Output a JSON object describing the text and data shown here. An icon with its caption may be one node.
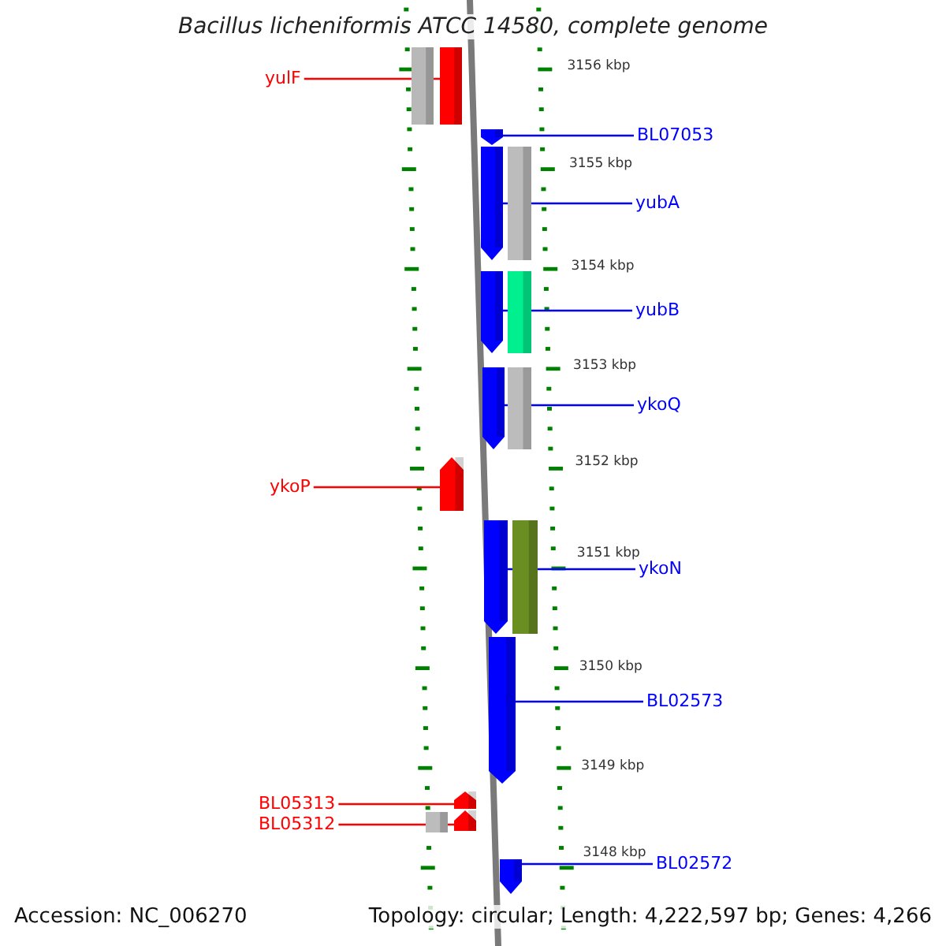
{
  "diagram": {
    "title": "Bacillus licheniformis ATCC 14580, complete genome",
    "nodes": [
      {
        "text": [
          "yulF"
        ]
      },
      {
        "text": [],
        "shape": "bar"
      },
      {
        "text": [],
        "shape": "bar"
      },
      {
        "text": [],
        "shape": "bar"
      },
      {
        "text": [
          "BL07053"
        ]
      },
      {
        "text": [],
        "shape": "bar"
      },
      {
        "text": [],
        "shape": "bar"
      },
      {
        "text": [
          "yubA"
        ]
      },
      {
        "text": [],
        "shape": "bar"
      },
      {
        "text": [],
        "shape": "bar"
      },
      {
        "text": [
          "yubB"
        ]
      },
      {
        "text": [],
        "shape": "bar"
      },
      {
        "text": [],
        "shape": "bar"
      },
      {
        "text": [
          "ykoQ"
        ]
      },
      {
        "text": [
          "ykoP"
        ]
      },
      {
        "text": [],
        "shape": "bar"
      },
      {
        "text": [],
        "shape": "bar"
      },
      {
        "text": [],
        "shape": "bar"
      },
      {
        "text": [
          "ykoN"
        ]
      },
      {
        "text": [],
        "shape": "bar"
      },
      {
        "text": [
          "BL02573"
        ]
      },
      {
        "text": [
          "BL05313"
        ]
      },
      {
        "text": [],
        "shape": "bar"
      },
      {
        "text": [
          "BL05312"
        ]
      },
      {
        "text": [],
        "shape": "bar"
      },
      {
        "text": [],
        "shape": "bar"
      },
      {
        "text": [],
        "shape": "bar"
      },
      {
        "text": [
          "BL02572"
        ]
      }
    ],
    "edges": [
      {
        "from": 0,
        "to": 2,
        "arrow": "none",
        "color": "#ff0000"
      },
      {
        "from": 4,
        "to": 3,
        "arrow": "none"
      },
      {
        "from": 7,
        "to": 5,
        "arrow": "none"
      },
      {
        "from": 10,
        "to": 8,
        "arrow": "none"
      },
      {
        "from": 13,
        "to": 11,
        "arrow": "none"
      },
      {
        "from": 14,
        "to": 15,
        "arrow": "none",
        "color": "#ff0000"
      },
      {
        "from": 18,
        "to": 16,
        "arrow": "none"
      },
      {
        "from": 20,
        "to": 19,
        "arrow": "none"
      },
      {
        "from": 21,
        "to": 22,
        "arrow": "none",
        "color": "#ff0000"
      },
      {
        "from": 23,
        "to": 25,
        "arrow": "none",
        "color": "#ff0000"
      },
      {
        "from": 27,
        "to": 26,
        "arrow": "none"
      }
    ],
    "labels": [
      "3156 kbp",
      "3155 kbp",
      "3154 kbp",
      "3153 kbp",
      "3152 kbp",
      "3151 kbp",
      "3150 kbp",
      "3149 kbp",
      "3148 kbp",
      "Accession: NC_006270",
      "Topology: circular; Length: 4,222,597 bp; Genes: 4,266"
    ]
  }
}
